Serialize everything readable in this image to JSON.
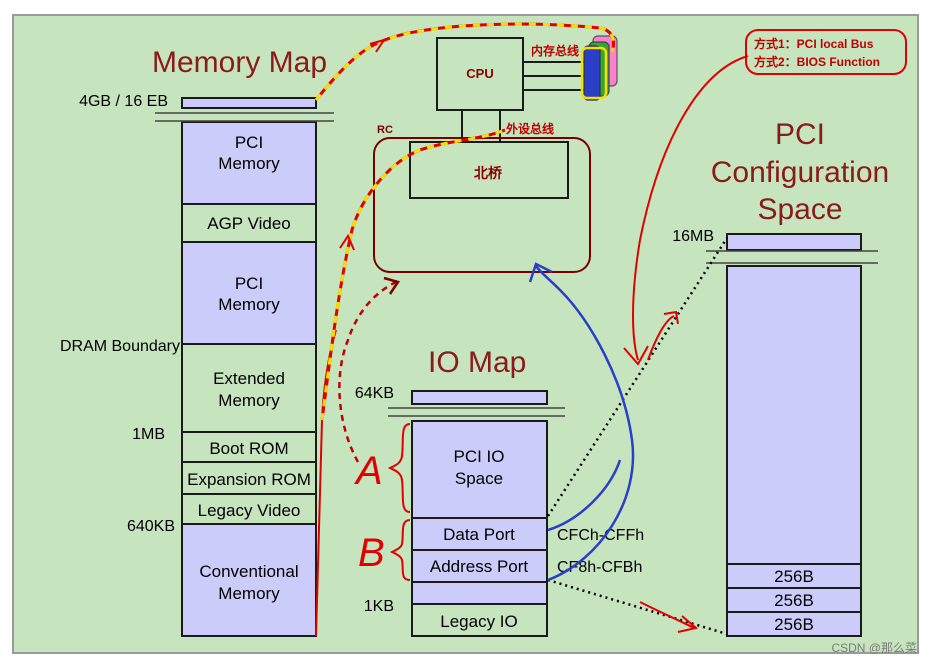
{
  "titles": {
    "memory_map": "Memory Map",
    "io_map": "IO Map",
    "pci_config_line1": "PCI",
    "pci_config_line2": "Configuration",
    "pci_config_line3": "Space"
  },
  "memory_map": {
    "labels": {
      "top": "4GB / 16 EB",
      "dram_boundary": "DRAM Boundary",
      "one_mb": "1MB",
      "six_forty_kb": "640KB"
    },
    "blocks": {
      "pci_memory_upper_1": "PCI",
      "pci_memory_upper_2": "Memory",
      "agp_video": "AGP Video",
      "pci_memory_lower_1": "PCI",
      "pci_memory_lower_2": "Memory",
      "extended_memory_1": "Extended",
      "extended_memory_2": "Memory",
      "boot_rom": "Boot ROM",
      "expansion_rom": "Expansion ROM",
      "legacy_video": "Legacy Video",
      "conventional_memory_1": "Conventional",
      "conventional_memory_2": "Memory"
    }
  },
  "io_map": {
    "labels": {
      "top": "64KB",
      "one_kb": "1KB"
    },
    "blocks": {
      "pci_io_space_1": "PCI IO",
      "pci_io_space_2": "Space",
      "data_port": "Data Port",
      "address_port": "Address Port",
      "legacy_io": "Legacy IO"
    },
    "port_ranges": {
      "data_port": "CFCh-CFFh",
      "address_port": "CF8h-CFBh"
    }
  },
  "pci_config": {
    "labels": {
      "top": "16MB"
    },
    "blocks": {
      "row1": "256B",
      "row2": "256B",
      "row3": "256B"
    }
  },
  "system": {
    "cpu": "CPU",
    "northbridge": "北桥",
    "rc": "RC",
    "memory_bus": "内存总线",
    "peripheral_bus": "外设总线"
  },
  "annotations": {
    "method1": "方式1：PCI local Bus",
    "method2": "方式2：BIOS Function",
    "letter_a": "A",
    "letter_b": "B"
  },
  "watermark": "CSDN @那么菜",
  "colors": {
    "background": "#c6e5bf",
    "block_fill": "#ccccfa",
    "title": "#8b1a1a",
    "red": "#e00000",
    "dark_red": "#7a0000",
    "blue": "#2a3ec8",
    "yellow": "#f5e000"
  }
}
